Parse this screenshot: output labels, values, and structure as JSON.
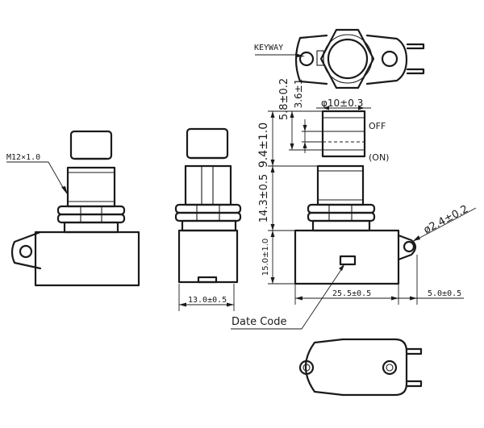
{
  "labels": {
    "keyway": "KEYWAY",
    "thread": "M12×1.0",
    "state_off": "OFF",
    "state_on": "(ON)",
    "date_code": "Date Code"
  },
  "dimensions": {
    "total_height": "9.4±1.0",
    "plunger_travel": "5.8±0.2",
    "plunger_on": "3.6±1",
    "plunger_diameter": "φ10±0.3",
    "bushing_height": "14.3±0.5",
    "body_height": "15.0±1.0",
    "side_width": "13.0±0.5",
    "body_width": "25.5±0.5",
    "lug_offset": "5.0±0.5",
    "mount_hole": "ø2.4±0.2"
  }
}
